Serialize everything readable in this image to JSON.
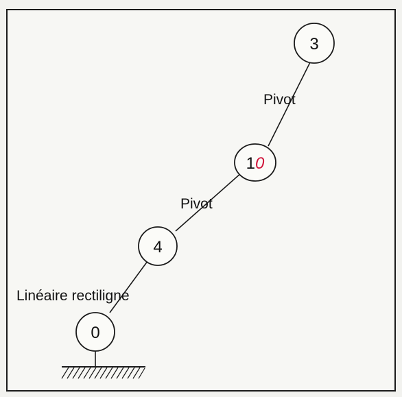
{
  "diagram": {
    "nodes": [
      {
        "id": "node-3",
        "label": "3"
      },
      {
        "id": "node-10",
        "label_main": "1",
        "label_suffix": "0"
      },
      {
        "id": "node-4",
        "label": "4"
      },
      {
        "id": "node-0",
        "label": "0"
      }
    ],
    "joints": [
      {
        "label": "Pivot"
      },
      {
        "label": "Pivot"
      },
      {
        "label": "Linéaire rectiligne"
      }
    ],
    "colors": {
      "ink": "#1a1a1a",
      "handwritten": "#d0143a",
      "paper": "#f7f7f4"
    }
  }
}
